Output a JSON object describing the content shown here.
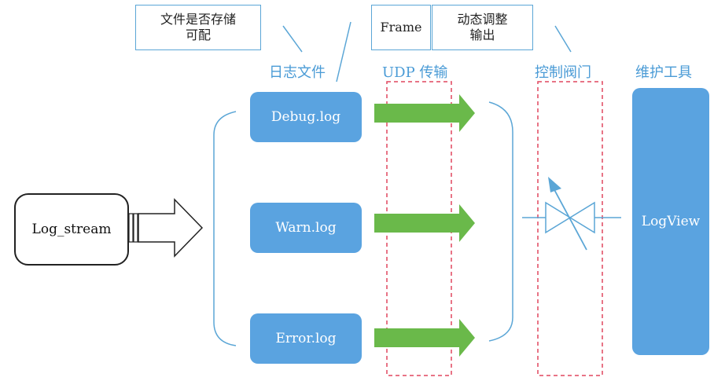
{
  "callouts": {
    "storage": "文件是否存储\n可配",
    "frame": "Frame",
    "dynamic": "动态调整\n输出"
  },
  "headers": {
    "log_files": "日志文件",
    "udp": "UDP 传输",
    "valve": "控制阀门",
    "tools": "维护工具"
  },
  "source": {
    "label": "Log_stream"
  },
  "log_files": [
    {
      "label": "Debug.log"
    },
    {
      "label": "Warn.log"
    },
    {
      "label": "Error.log"
    }
  ],
  "tool": {
    "label": "LogView"
  },
  "colors": {
    "log_box": "#5aa3e0",
    "arrow_green": "#6ab94a",
    "dashed_red": "#e0465e",
    "line_blue": "#5ba6d6",
    "header_blue": "#4a9bd6"
  }
}
